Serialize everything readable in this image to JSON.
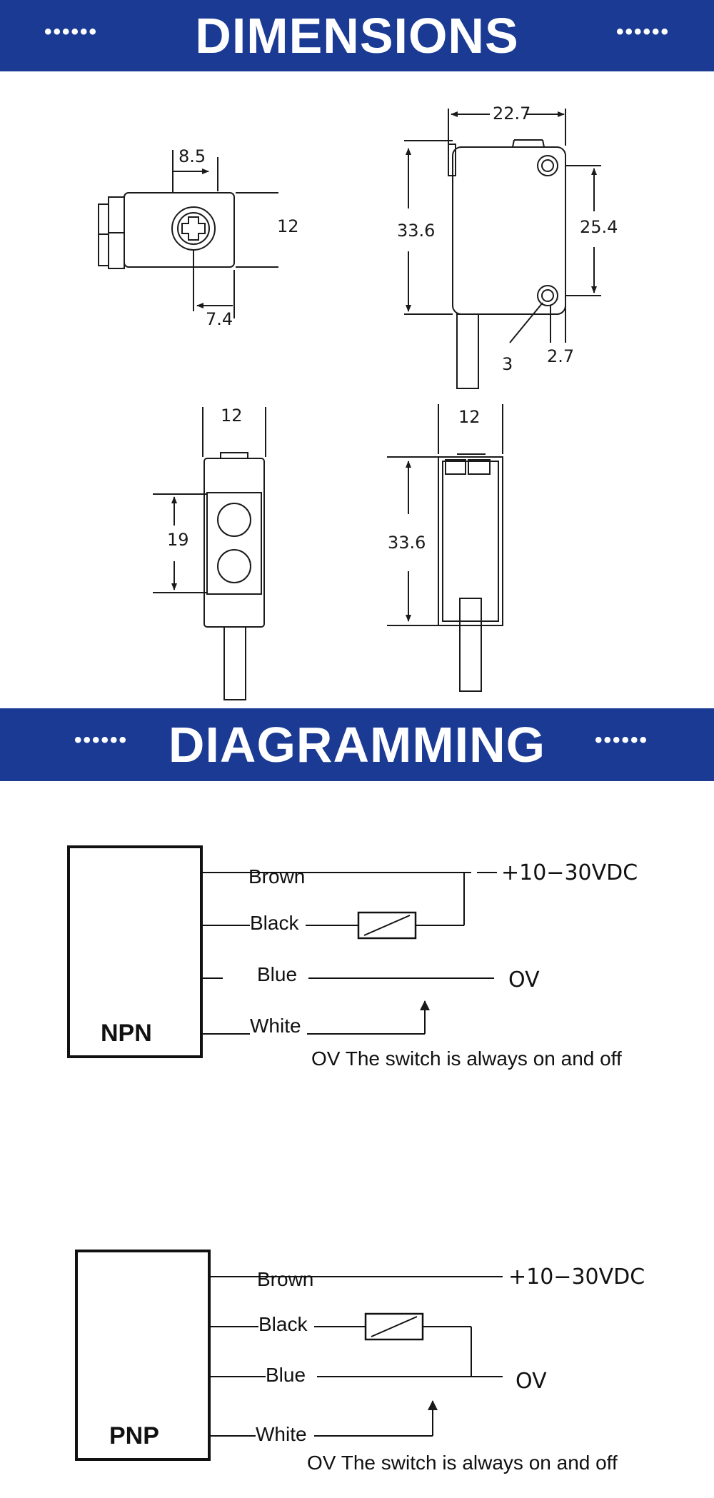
{
  "colors": {
    "banner": "#1a3a94",
    "banner_text": "#ffffff",
    "line": "#1a1a1a"
  },
  "sections": {
    "dimensions": {
      "title": "DIMENSIONS",
      "dots": "••••••"
    },
    "diagramming": {
      "title": "DIAGRAMMING",
      "dots": "••••••"
    }
  },
  "dimensions": {
    "side_view": {
      "width_top": "8.5",
      "height": "12",
      "offset": "7.4"
    },
    "front_view": {
      "width": "22.7",
      "height": "33.6",
      "hole_spacing": "25.4",
      "hole_dia": "3",
      "hole_offset": "2.7"
    },
    "lens_view": {
      "width": "12",
      "lens_spacing": "19"
    },
    "back_view": {
      "width": "12",
      "height": "33.6"
    }
  },
  "wiring": {
    "npn": {
      "label": "NPN",
      "wires": [
        "Brown",
        "Black",
        "Blue",
        "White"
      ],
      "supply": "+10−30VDC",
      "ground": "OV",
      "note": "OV The switch is always on and off"
    },
    "pnp": {
      "label": "PNP",
      "wires": [
        "Brown",
        "Black",
        "Blue",
        "White"
      ],
      "supply": "+10−30VDC",
      "ground": "OV",
      "note": "OV The switch is always on and off"
    }
  }
}
